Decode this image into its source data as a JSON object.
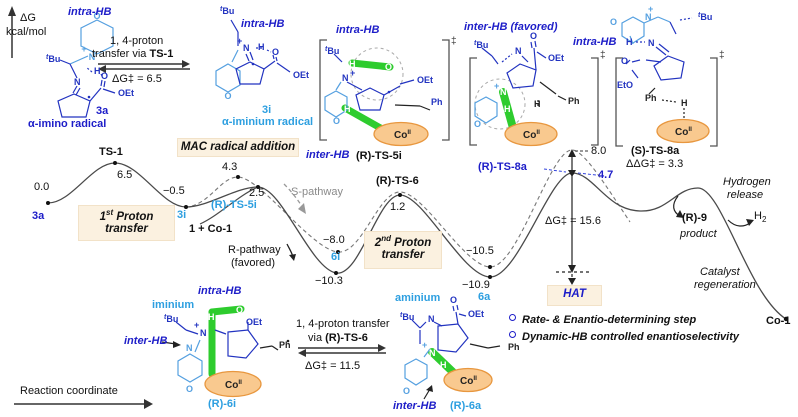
{
  "axis": {
    "dg": "ΔG",
    "unit": "kcal/mol",
    "x_label": "Reaction coordinate"
  },
  "atoms": {
    "n": "N",
    "o": "O",
    "h": "H",
    "plus": "+",
    "oet": "OEt",
    "eto": "EtO",
    "tbu_pre": "t",
    "tbu": "Bu",
    "ph": "Ph",
    "co": "Co",
    "co_sup": "II",
    "dagger": "‡"
  },
  "hb": {
    "intra": "intra-HB",
    "inter": "inter-HB",
    "inter_favored": "inter-HB (favored)"
  },
  "species": {
    "s3a_name": "3a",
    "s3a_caption": "α-imino radical",
    "s3i_name": "3i",
    "s3i_caption": "α-iminium radical",
    "ts1": "TS-1",
    "ts5i": "(R)-TS-5i",
    "ts6": "(R)-TS-6",
    "ts8aR": "(R)-TS-8a",
    "ts8aS": "(S)-TS-8a",
    "min6i": "6i",
    "min6a": "6a",
    "start": "1 + Co-1",
    "cat": "Co-1",
    "iminium": "iminium",
    "aminium": "aminium",
    "r6i": "(R)-6i",
    "r6a": "(R)-6a",
    "product_name": "(R)-9",
    "product_word": "product",
    "h2_main": "H",
    "h2_sub": "2"
  },
  "energies": {
    "e3a": "0.0",
    "ets1": "6.5",
    "e3i": "−0.5",
    "ets5s": "4.3",
    "ets5r": "2.5",
    "e6is": "−8.0",
    "e6ir": "−10.3",
    "ets6": "1.2",
    "e6as": "−10.5",
    "e6ar": "−10.9",
    "ets8s": "8.0",
    "ets8r": "4.7",
    "dg_ts1": "ΔG‡ = 6.5",
    "dg_ts6": "ΔG‡ = 11.5",
    "dg_hat": "ΔG‡ = 15.6",
    "ddg": "ΔΔG‡ = 3.3"
  },
  "rxn_arrows": {
    "ts1_l1": "1, 4-proton",
    "ts1_l2a": "transfer via ",
    "ts1_l2b": "TS-1",
    "ts6_l1": "1, 4-proton transfer",
    "ts6_l2a": "via ",
    "ts6_l2b": "(R)-TS-6"
  },
  "boxes": {
    "mac": "MAC radical addition",
    "p1_num": "1",
    "p1_sup": "st",
    "p1_rest": " Proton",
    "p1_line2": "transfer",
    "p2_num": "2",
    "p2_sup": "nd",
    "p2_rest": " Proton",
    "p2_line2": "transfer",
    "hat": "HAT"
  },
  "pathways": {
    "s": "S-pathway",
    "r": "R-pathway",
    "r_note": "(favored)"
  },
  "flow": {
    "h_rel_1": "Hydrogen",
    "h_rel_2": "release",
    "cat_1": "Catalyst",
    "cat_2": "regeneration"
  },
  "bullets": [
    {
      "text": "Rate- & Enantio-determining step"
    },
    {
      "text": "Dynamic-HB controlled enantioselectivity"
    }
  ],
  "colors": {
    "structure_navy": "#2233c0",
    "structure_light": "#55a0e0",
    "label_blue": "#1d1dc8",
    "label_cyan": "#2d9fe0",
    "highlight_green": "#2ecc2e",
    "cobalt_fill": "#f9c98f",
    "cobalt_stroke": "#e8973f",
    "box_beige": "#fbf1e0",
    "curve_gray": "#4a4a4a"
  },
  "chart_data": {
    "type": "line",
    "title": "Free-energy profile (ΔG, kcal/mol) vs reaction coordinate",
    "xlabel": "Reaction coordinate",
    "ylabel": "ΔG kcal/mol",
    "legend_position": "none",
    "series": [
      {
        "name": "R-pathway (favored, solid)",
        "points": [
          {
            "species": "3a",
            "dG": 0.0
          },
          {
            "species": "TS-1",
            "dG": 6.5
          },
          {
            "species": "3i",
            "dG": -0.5
          },
          {
            "species": "(R)-TS-5i",
            "dG": 2.5
          },
          {
            "species": "6i",
            "dG": -10.3
          },
          {
            "species": "(R)-TS-6",
            "dG": 1.2
          },
          {
            "species": "6a",
            "dG": -10.9
          },
          {
            "species": "(R)-TS-8a",
            "dG": 4.7
          }
        ]
      },
      {
        "name": "S-pathway (dashed)",
        "points": [
          {
            "species": "TS-5 (S)",
            "dG": 4.3
          },
          {
            "species": "6i (S)",
            "dG": -8.0
          },
          {
            "species": "(R)-TS-6 region",
            "dG": 1.2
          },
          {
            "species": "6a (S)",
            "dG": -10.5
          },
          {
            "species": "(S)-TS-8a",
            "dG": 8.0
          }
        ]
      }
    ],
    "barriers": [
      {
        "label": "ΔG‡ = 6.5",
        "assignment": "TS-1, 1st proton transfer"
      },
      {
        "label": "ΔG‡ = 11.5",
        "assignment": "via (R)-TS-6, 2nd proton transfer"
      },
      {
        "label": "ΔG‡ = 15.6",
        "assignment": "HAT step via (R)-TS-8a"
      },
      {
        "label": "ΔΔG‡ = 3.3",
        "assignment": "(S)-TS-8a vs (R)-TS-8a"
      }
    ]
  }
}
